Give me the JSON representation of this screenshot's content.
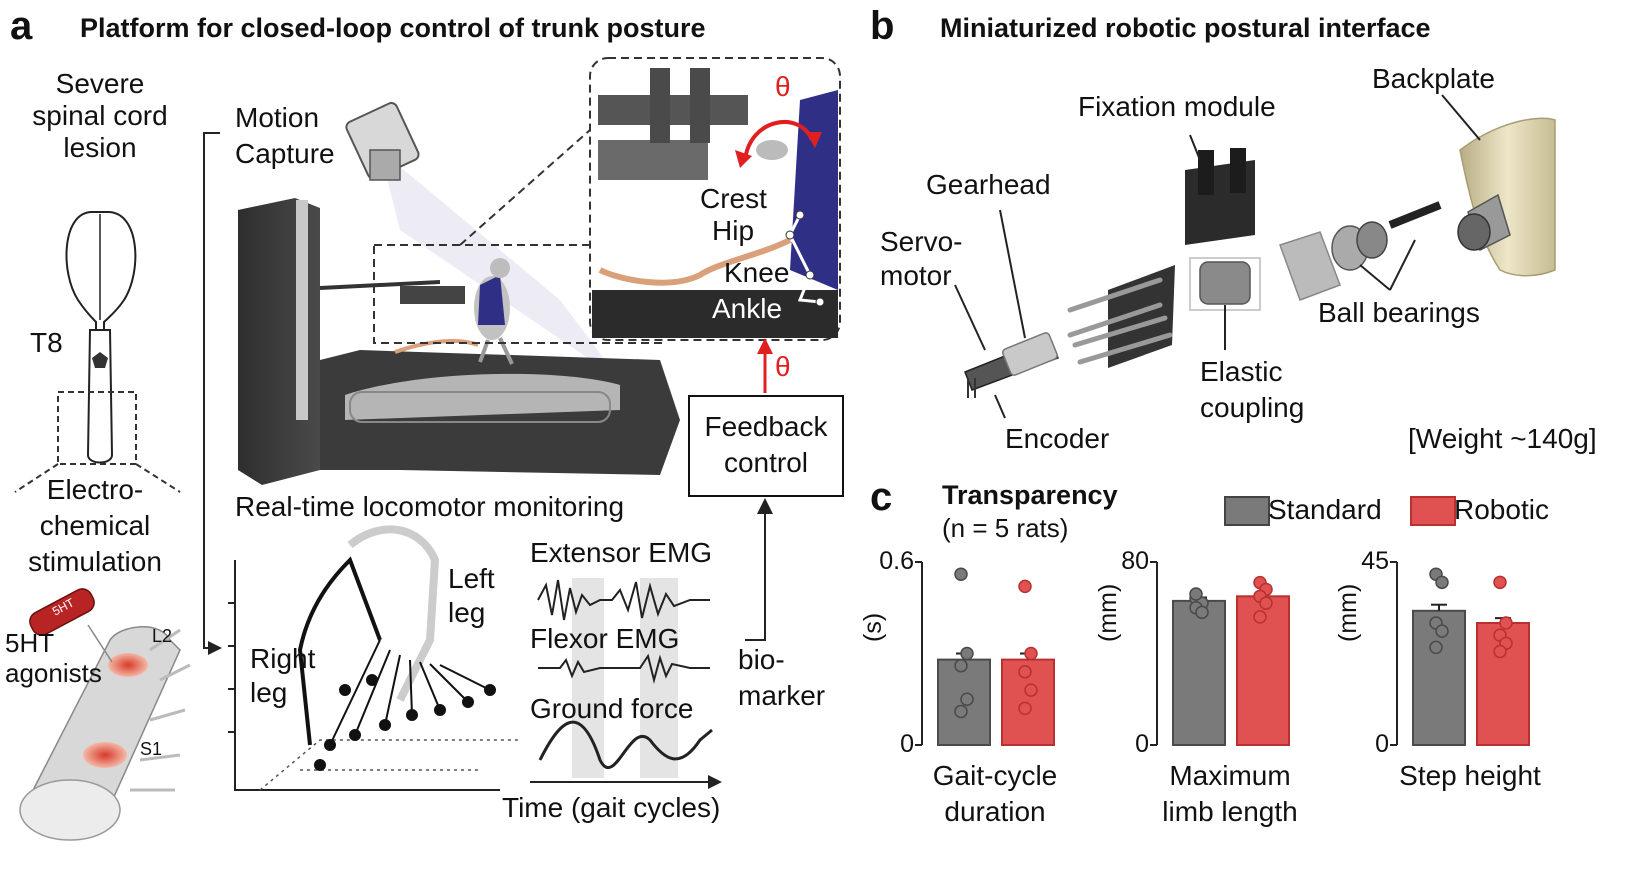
{
  "panel_a": {
    "letter": "a",
    "title": "Platform for closed-loop control of trunk posture",
    "lesion": "Severe\nspinal cord\nlesion",
    "t8": "T8",
    "stim": "Electro-\nchemical\nstimulation",
    "tag_5ht": "5HT",
    "agonists": "5HT\nagonists",
    "l2": "L2",
    "s1": "S1",
    "motion_capture": "Motion\nCapture",
    "theta_top": "θ",
    "theta_arrow": "θ",
    "joints": [
      "Crest",
      "Hip",
      "Knee",
      "Ankle"
    ],
    "feedback": "Feedback\ncontrol",
    "monitoring": "Real-time locomotor monitoring",
    "left_leg": "Left\nleg",
    "right_leg": "Right\nleg",
    "extensor": "Extensor EMG",
    "flexor": "Flexor EMG",
    "ground": "Ground force",
    "time": "Time (gait cycles)",
    "biomarker": "bio-\nmarker"
  },
  "panel_b": {
    "letter": "b",
    "title": "Miniaturized robotic postural interface",
    "backplate": "Backplate",
    "fixation": "Fixation module",
    "gearhead": "Gearhead",
    "servo": "Servo-\nmotor",
    "encoder": "Encoder",
    "elastic": "Elastic\ncoupling",
    "bearings": "Ball bearings",
    "weight": "[Weight ~140g]"
  },
  "panel_c": {
    "letter": "c",
    "title": "Transparency",
    "subtitle": "(n = 5 rats)",
    "legend": [
      "Standard",
      "Robotic"
    ]
  },
  "colors": {
    "standard": "#7a7a7a",
    "robotic": "#e05252",
    "accent_red": "#e02020"
  },
  "chart_data": [
    {
      "type": "bar",
      "categories": [
        "Standard",
        "Robotic"
      ],
      "values": [
        0.28,
        0.28
      ],
      "errors": [
        0.02,
        0.02
      ],
      "points": [
        [
          0.56,
          0.3,
          0.26,
          0.15,
          0.11
        ],
        [
          0.52,
          0.3,
          0.24,
          0.18,
          0.12
        ]
      ],
      "xlabel": "Gait-cycle\nduration",
      "ylabel": "(s)",
      "ylim": [
        0,
        0.6
      ],
      "yticks": [
        "0",
        "0.6"
      ]
    },
    {
      "type": "bar",
      "categories": [
        "Standard",
        "Robotic"
      ],
      "values": [
        63,
        65
      ],
      "errors": [
        1.5,
        1.5
      ],
      "points": [
        [
          64,
          62,
          60,
          58,
          66
        ],
        [
          71,
          68,
          65,
          62,
          56
        ]
      ],
      "xlabel": "Maximum\nlimb length",
      "ylabel": "(mm)",
      "ylim": [
        0,
        80
      ],
      "yticks": [
        "0",
        "80"
      ]
    },
    {
      "type": "bar",
      "categories": [
        "Standard",
        "Robotic"
      ],
      "values": [
        33,
        30
      ],
      "errors": [
        1.5,
        1.2
      ],
      "points": [
        [
          42,
          40,
          30,
          28,
          24
        ],
        [
          40,
          30,
          27,
          25,
          23
        ]
      ],
      "xlabel": "Step height",
      "ylabel": "(mm)",
      "ylim": [
        0,
        45
      ],
      "yticks": [
        "0",
        "45"
      ]
    }
  ]
}
